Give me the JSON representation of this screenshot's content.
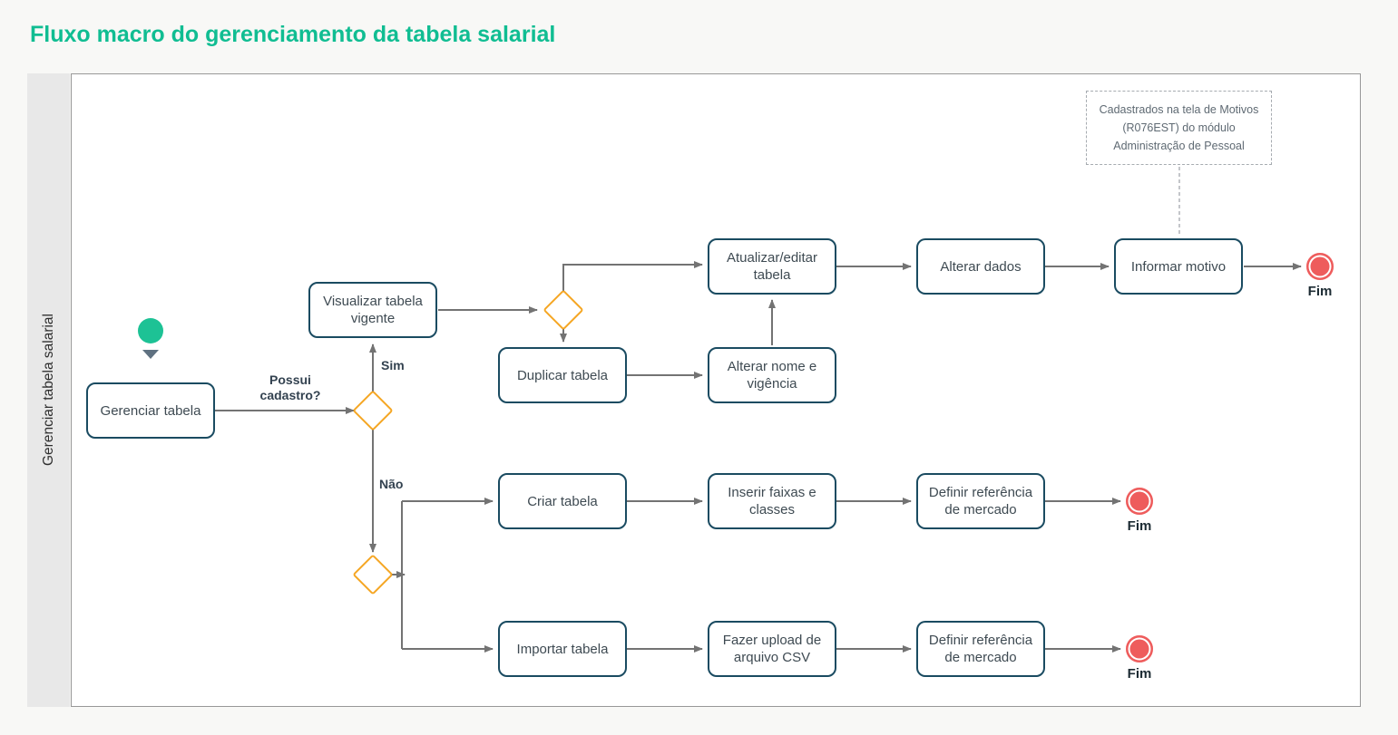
{
  "page": {
    "title": "Fluxo macro do gerenciamento da tabela salarial"
  },
  "lane": {
    "label": "Gerenciar tabela salarial"
  },
  "nodes": {
    "gerenciar": {
      "label": "Gerenciar tabela"
    },
    "visualizar": {
      "label": "Visualizar tabela vigente"
    },
    "duplicar": {
      "label": "Duplicar tabela"
    },
    "atualizar": {
      "label": "Atualizar/editar tabela"
    },
    "alterar_nome": {
      "label": "Alterar nome e vigência"
    },
    "alterar_dados": {
      "label": "Alterar dados"
    },
    "informar_motivo": {
      "label": "Informar motivo"
    },
    "criar": {
      "label": "Criar tabela"
    },
    "inserir_faixas": {
      "label": "Inserir faixas e classes"
    },
    "definir_ref_1": {
      "label": "Definir referência de mercado"
    },
    "importar": {
      "label": "Importar tabela"
    },
    "fazer_upload": {
      "label": "Fazer upload de arquivo CSV"
    },
    "definir_ref_2": {
      "label": "Definir referência de mercado"
    }
  },
  "edge_labels": {
    "possui_cadastro": "Possui cadastro?",
    "sim": "Sim",
    "nao": "Não"
  },
  "end_events": [
    {
      "label": "Fim"
    },
    {
      "label": "Fim"
    },
    {
      "label": "Fim"
    }
  ],
  "annotation": {
    "lines": [
      "Cadastrados na tela de Motivos",
      "(R076EST) do módulo",
      "Administração de Pessoal"
    ]
  },
  "colors": {
    "title": "#10bd92",
    "start_event": "#1dc295",
    "end_event": "#ee5c5c",
    "gateway": "#f5a623",
    "task_border": "#1a4b61",
    "connector": "#737373",
    "lane_bg": "#e8e8e8"
  }
}
